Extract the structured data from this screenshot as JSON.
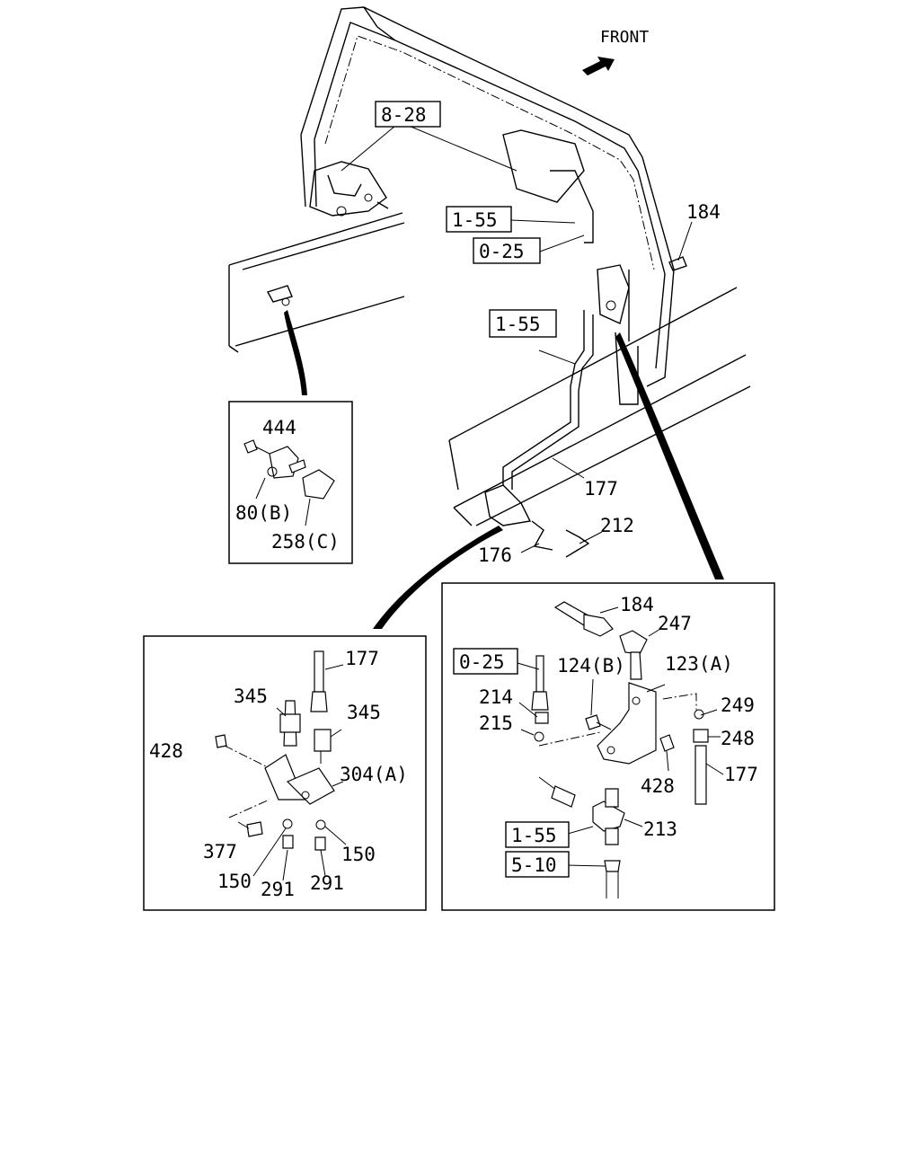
{
  "direction_label": "FRONT",
  "overview": {
    "ref_boxes": [
      "8-28",
      "1-55",
      "0-25",
      "1-55"
    ],
    "labels": [
      "184",
      "177",
      "212",
      "176"
    ]
  },
  "inset_tee": {
    "labels": [
      "444",
      "80(B)",
      "258(C)"
    ]
  },
  "inset_bracket": {
    "labels": [
      "177",
      "345",
      "345",
      "428",
      "304(A)",
      "377",
      "150",
      "150",
      "291",
      "291"
    ]
  },
  "inset_valve": {
    "ref_boxes": [
      "0-25",
      "1-55",
      "5-10"
    ],
    "labels": [
      "184",
      "247",
      "124(B)",
      "123(A)",
      "214",
      "215",
      "249",
      "248",
      "428",
      "177",
      "213"
    ]
  }
}
